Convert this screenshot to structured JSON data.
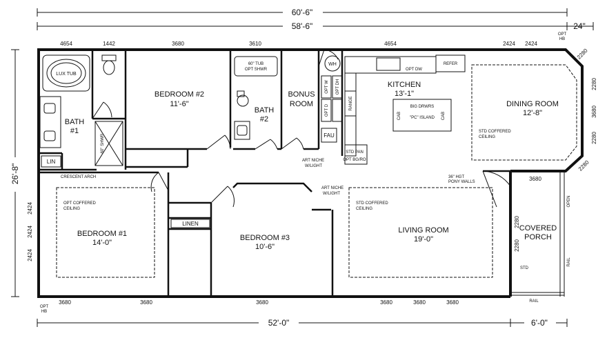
{
  "dimensions": {
    "overall_top": "60'-6\"",
    "main_top": "58'-6\"",
    "porch_top": "24\"",
    "left_side": "26'-8\"",
    "bottom_main": "52'-0\"",
    "bottom_porch": "6'-0\""
  },
  "rooms": {
    "lux_tub": "LUX TUB",
    "bath1": [
      "BATH",
      "#1"
    ],
    "bedroom2": [
      "BEDROOM #2",
      "11'-6\""
    ],
    "tub_shower": [
      "60\" TUB",
      "OPT SHWR"
    ],
    "bath2": [
      "BATH",
      "#2"
    ],
    "bonus": [
      "BONUS",
      "ROOM"
    ],
    "wh": "WH",
    "kitchen": [
      "KITCHEN",
      "13'-1\""
    ],
    "dining": [
      "DINING ROOM",
      "12'-8\""
    ],
    "bedroom1": [
      "BEDROOM #1",
      "14'-0\""
    ],
    "bedroom3": [
      "BEDROOM #3",
      "10'-6\""
    ],
    "living": [
      "LIVING ROOM",
      "19'-0\""
    ],
    "covered_porch": [
      "COVERED",
      "PORCH"
    ],
    "linen": "LINEN",
    "lin": "LIN",
    "fau": "FAU"
  },
  "notes": {
    "opt_hb_top": [
      "OPT",
      "HB"
    ],
    "opt_hb_bottom": [
      "OPT",
      "HB"
    ],
    "opt_dw": "OPT DW",
    "refer": "REFER",
    "range": "RANGE",
    "opt_w": "OPT W",
    "opt_d": "OPT D",
    "opt_dh": "OPT DH",
    "big_drwrs": "BIG DRWRS",
    "island": "\"PC\" ISLAND",
    "cab": "CAB",
    "std_pan": "STD PAN",
    "opt_bgro": "OPT BG/RO",
    "std_coffered_ceiling_dining": [
      "STD COFFERED",
      "CEILING"
    ],
    "std_coffered_ceiling_living": [
      "STD COFFERED",
      "CEILING"
    ],
    "opt_coffered_ceiling": [
      "OPT COFFERED",
      "CEILING"
    ],
    "art_niche_1": [
      "ART NICHE",
      "W/LIGHT"
    ],
    "art_niche_2": [
      "ART NICHE",
      "W/LIGHT"
    ],
    "crescent_arch": "CRESCENT ARCH",
    "pony_walls": [
      "36\" HGT",
      "PONY WALLS"
    ],
    "opt_shwr_60": "60\" SHWR",
    "open": "OPEN",
    "rail_side": "RAIL",
    "rail_bottom": "RAIL",
    "std": "STD"
  },
  "windows": {
    "top_bath1": "4654",
    "top_toilet": "1442",
    "top_bedroom2": "3680",
    "top_bath2": "3610",
    "top_kitchen": "4654",
    "top_dining_a": "2424",
    "top_dining_b": "2424",
    "bay_1": "2280",
    "bay_2": "2280",
    "bay_3": "3680",
    "bay_4": "2280",
    "bay_5": "2280",
    "left_1": "2424",
    "left_2": "2424",
    "left_3": "2424",
    "bottom_1": "3680",
    "bottom_2": "3680",
    "bottom_3": "3680",
    "bottom_4": "3680",
    "bottom_5": "3680",
    "bottom_6": "3680",
    "porch_top": "3680",
    "porch_side_1": "2280",
    "porch_side_2": "2280"
  }
}
